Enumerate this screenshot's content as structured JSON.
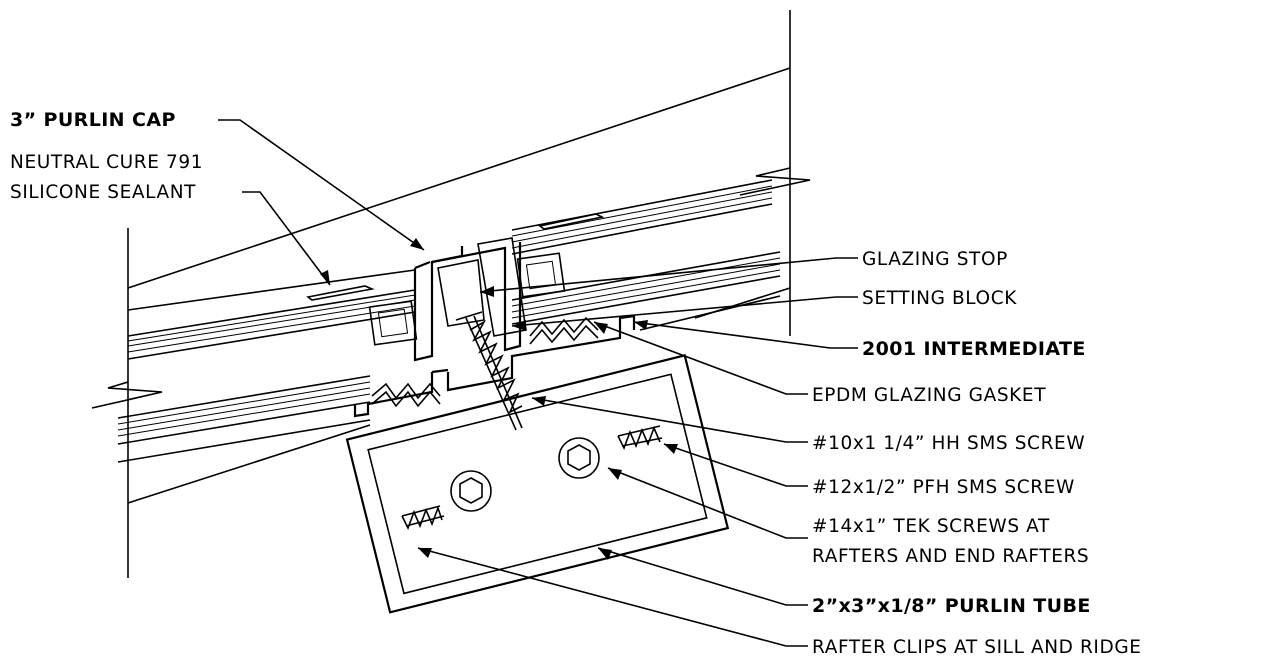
{
  "labels": {
    "purlin_cap": "3” PURLIN CAP",
    "sealant_1": "NEUTRAL CURE 791",
    "sealant_2": "SILICONE SEALANT",
    "glazing_stop": "GLAZING STOP",
    "setting_block": "SETTING BLOCK",
    "intermediate": "2001 INTERMEDIATE",
    "gasket": "EPDM GLAZING GASKET",
    "hh_screw": "#10x1 1/4” HH SMS SCREW",
    "pfh_screw": "#12x1/2” PFH SMS SCREW",
    "tek_1": "#14x1” TEK SCREWS AT",
    "tek_2": "RAFTERS AND END RAFTERS",
    "purlin_tube": "2”x3”x1/8” PURLIN TUBE",
    "rafter_clips": "RAFTER CLIPS AT SILL AND RIDGE"
  },
  "colors": {
    "ink": "#000000",
    "paper": "#ffffff"
  }
}
